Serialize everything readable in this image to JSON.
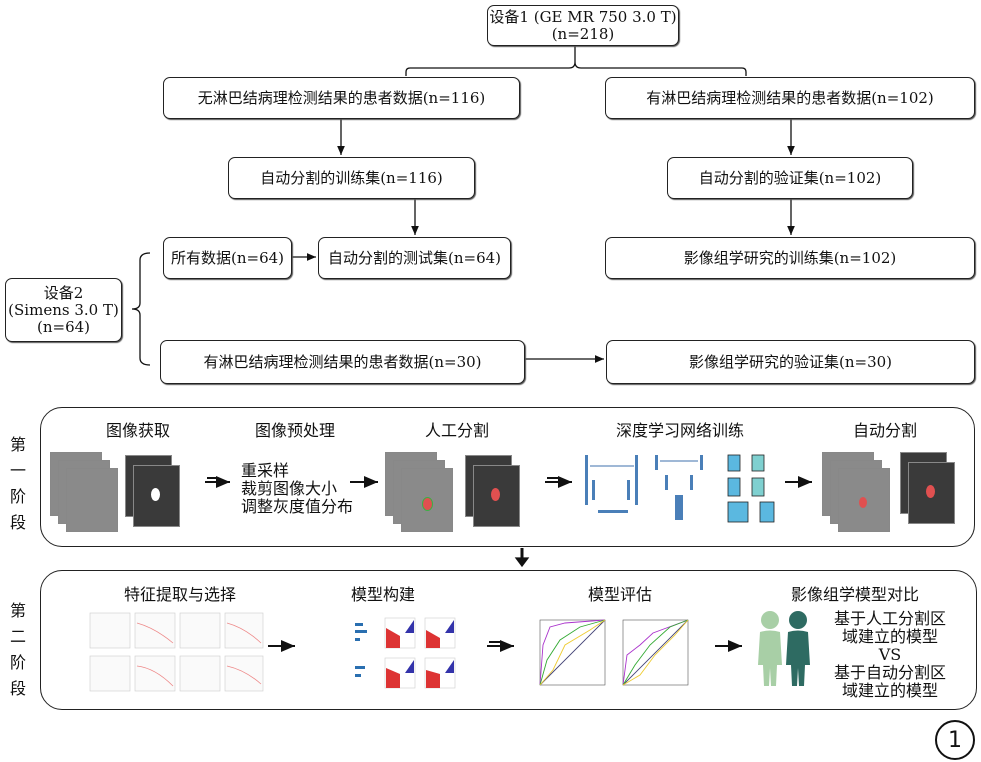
{
  "top": {
    "device1": {
      "line1": "设备1 (GE MR 750 3.0 T)",
      "line2": "(n=218)"
    },
    "no_ln_data": "无淋巴结病理检测结果的患者数据(n=116)",
    "ln_data": "有淋巴结病理检测结果的患者数据(n=102)",
    "auto_seg_train": "自动分割的训练集(n=116)",
    "auto_seg_val": "自动分割的验证集(n=102)",
    "all_data": "所有数据(n=64)",
    "auto_seg_test": "自动分割的测试集(n=64)",
    "radiomics_train": "影像组学研究的训练集(n=102)",
    "device2": {
      "line1": "设备2",
      "line2": "(Simens 3.0 T)",
      "line3": "(n=64)"
    },
    "ln_data_2": "有淋巴结病理检测结果的患者数据(n=30)",
    "radiomics_val": "影像组学研究的验证集(n=30)"
  },
  "stage1": {
    "label": "第一阶段",
    "steps": [
      "图像获取",
      "图像预处理",
      "人工分割",
      "深度学习网络训练",
      "自动分割"
    ],
    "preprocess_items": [
      "重采样",
      "裁剪图像大小",
      "调整灰度值分布"
    ]
  },
  "stage2": {
    "label": "第二阶段",
    "steps": [
      "特征提取与选择",
      "模型构建",
      "模型评估",
      "影像组学模型对比"
    ],
    "compare": {
      "a": "基于人工分割区域建立的模型",
      "vs": "VS",
      "b": "基于自动分割区域建立的模型"
    }
  },
  "figure_number": "1",
  "colors": {
    "person_light": "#a8cfa6",
    "person_dark": "#2e6b62",
    "mask_red": "#e05050",
    "mask_green": "#3cb043"
  }
}
